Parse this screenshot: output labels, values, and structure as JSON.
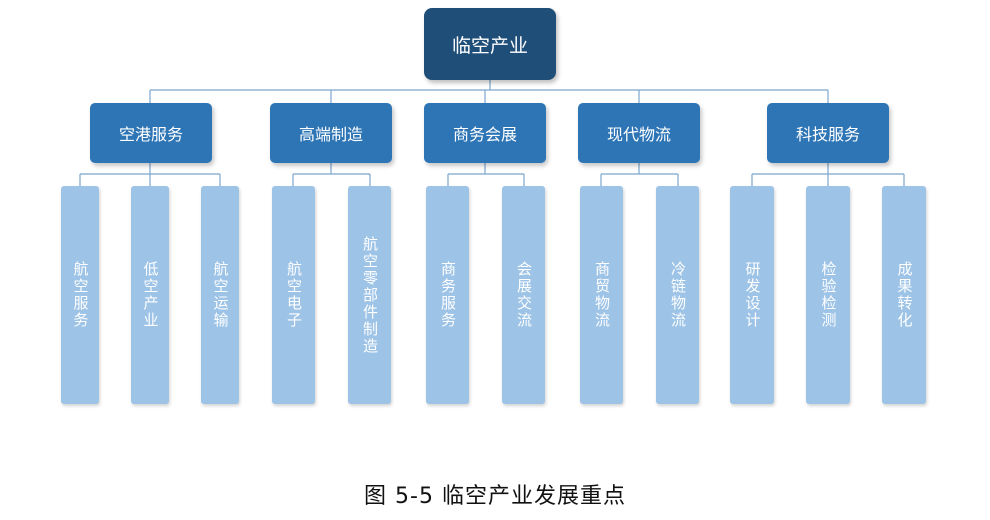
{
  "root": "临空产业",
  "categories": [
    {
      "label": "空港服务",
      "items": [
        "航空服务",
        "低空产业",
        "航空运输"
      ]
    },
    {
      "label": "高端制造",
      "items": [
        "航空电子",
        "航空零部件制造"
      ]
    },
    {
      "label": "商务会展",
      "items": [
        "商务服务",
        "会展交流"
      ]
    },
    {
      "label": "现代物流",
      "items": [
        "商贸物流",
        "冷链物流"
      ]
    },
    {
      "label": "科技服务",
      "items": [
        "研发设计",
        "检验检测",
        "成果转化"
      ]
    }
  ],
  "caption": "图 5-5 临空产业发展重点",
  "colors": {
    "root": "#1f4e79",
    "category": "#2e75b6",
    "leaf": "#9dc3e6",
    "connector": "#5b9bd5"
  }
}
